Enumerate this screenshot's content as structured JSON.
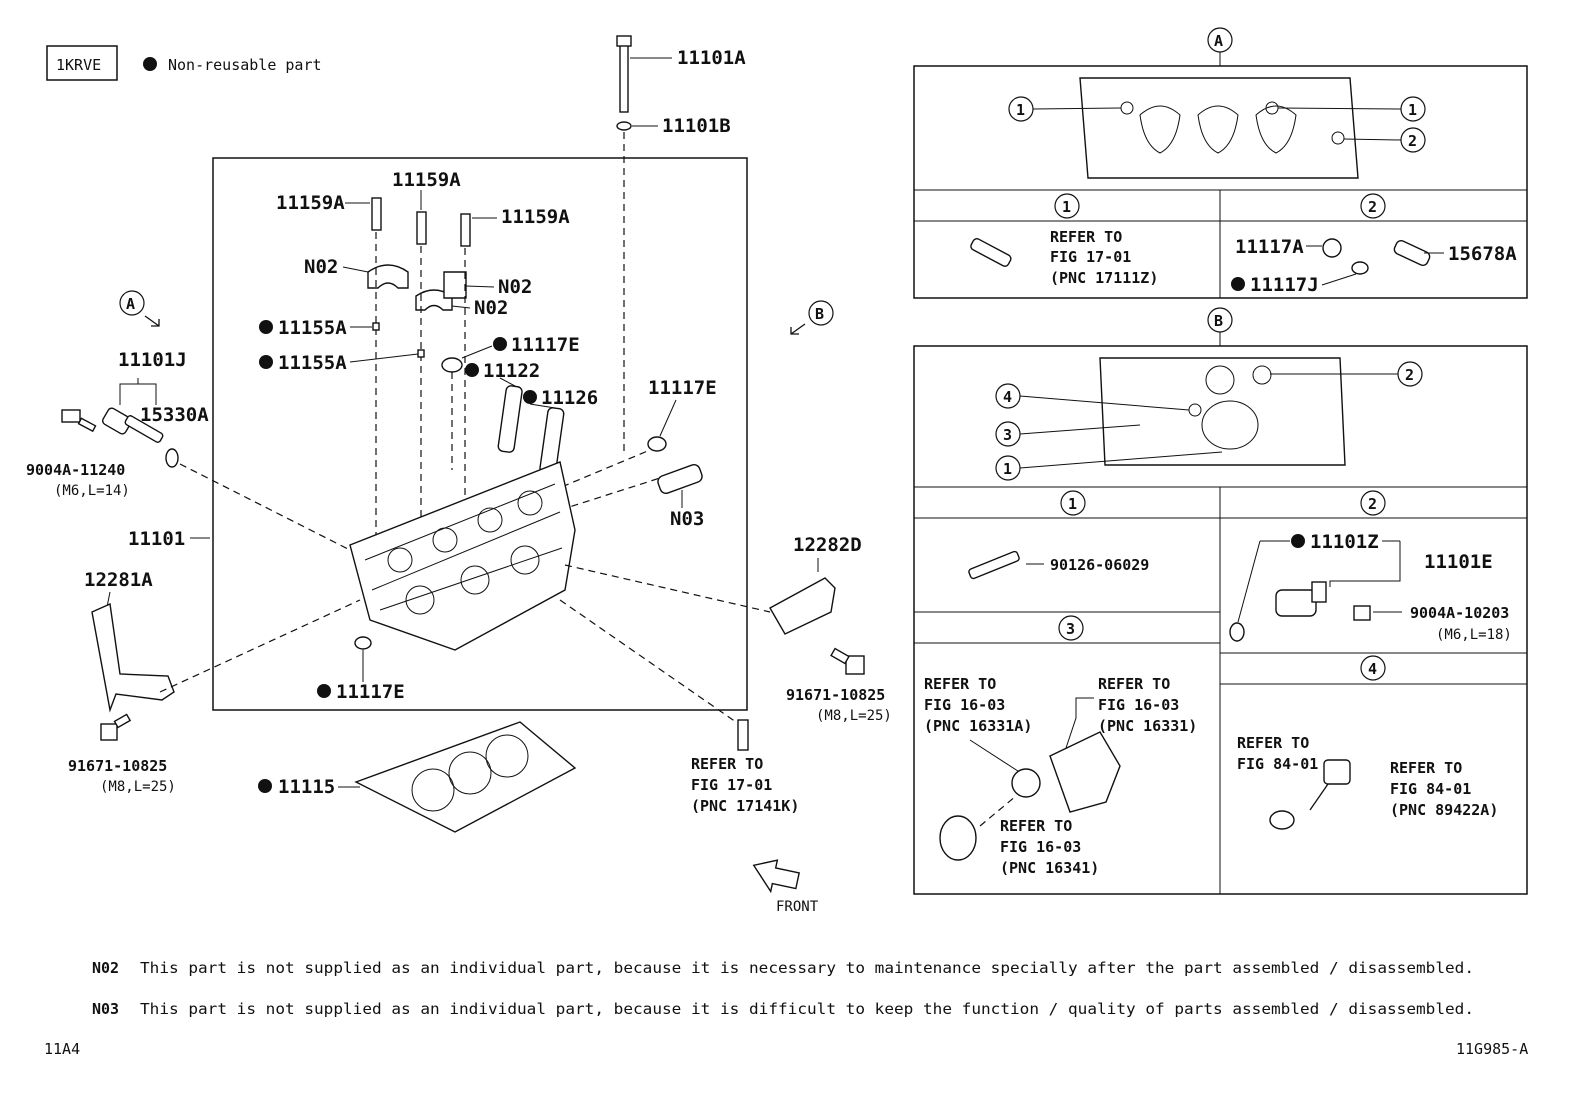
{
  "header": {
    "engine_code": "1KRVE",
    "legend_text": "Non-reusable part"
  },
  "callouts": {
    "p11101A": "11101A",
    "p11101B": "11101B",
    "p11159A_1": "11159A",
    "p11159A_2": "11159A",
    "p11159A_3": "11159A",
    "n02_1": "N02",
    "n02_2": "N02",
    "n02_3": "N02",
    "p11155A_1": "11155A",
    "p11155A_2": "11155A",
    "p11117E_1": "11117E",
    "p11117E_2": "11117E",
    "p11117E_3": "11117E",
    "p11122": "11122",
    "p11126": "11126",
    "n03": "N03",
    "p11101J": "11101J",
    "p15330A": "15330A",
    "p9004A_11240": "9004A-11240",
    "p9004A_11240_spec": "(M6,L=14)",
    "p11101": "11101",
    "p12281A": "12281A",
    "p91671_a": "91671-10825",
    "p91671_a_spec": "(M8,L=25)",
    "p91671_b": "91671-10825",
    "p91671_b_spec": "(M8,L=25)",
    "p12282D": "12282D",
    "p11115": "11115",
    "ref17141K": [
      "REFER TO",
      "FIG 17-01",
      "(PNC 17141K)"
    ],
    "front": "FRONT",
    "view_a_marker": "A",
    "view_b_marker": "B"
  },
  "panel_a": {
    "title": "A",
    "markers": [
      "1",
      "1",
      "2"
    ],
    "cell1": {
      "no": "1",
      "ref": [
        "REFER TO",
        "FIG 17-01",
        "(PNC 17111Z)"
      ]
    },
    "cell2": {
      "no": "2",
      "p11117A": "11117A",
      "p11117J": "11117J",
      "p15678A": "15678A"
    }
  },
  "panel_b": {
    "title": "B",
    "markers": [
      "2",
      "4",
      "3",
      "1"
    ],
    "cell1": {
      "no": "1",
      "part": "90126-06029"
    },
    "cell2": {
      "no": "2",
      "p11101Z": "11101Z",
      "p11101E": "11101E",
      "p9004A": "9004A-10203",
      "spec": "(M6,L=18)"
    },
    "cell3": {
      "no": "3",
      "ref_a": [
        "REFER TO",
        "FIG 16-03",
        "(PNC 16331A)"
      ],
      "ref_b": [
        "REFER TO",
        "FIG 16-03",
        "(PNC 16331)"
      ],
      "ref_c": [
        "REFER TO",
        "FIG 16-03",
        "(PNC 16341)"
      ]
    },
    "cell4": {
      "no": "4",
      "ref_a": [
        "REFER TO",
        "FIG 84-01"
      ],
      "ref_b": [
        "REFER TO",
        "FIG 84-01",
        "(PNC 89422A)"
      ]
    }
  },
  "notes": [
    {
      "code": "N02",
      "text": "This part is not supplied as an individual part, because it is necessary to maintenance specially after the part assembled / disassembled."
    },
    {
      "code": "N03",
      "text": "This part is not supplied as an individual part, because it is difficult to keep the function / quality of parts assembled / disassembled."
    }
  ],
  "footer": {
    "left": "11A4",
    "right": "11G985-A"
  }
}
